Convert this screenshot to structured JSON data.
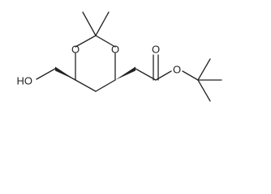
{
  "atoms": {
    "hydroxyl": "HO",
    "ring_oxygen_left": "O",
    "ring_oxygen_right": "O",
    "carbonyl_oxygen": "O",
    "ester_oxygen": "O"
  },
  "colors": {
    "ink": "#222222",
    "background": "#ffffff"
  }
}
